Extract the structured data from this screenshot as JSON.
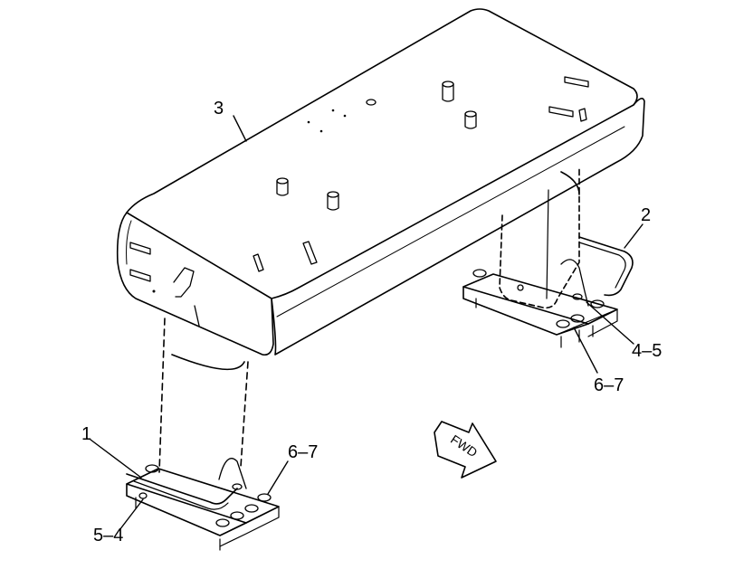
{
  "callouts": {
    "part_1": "1",
    "part_2": "2",
    "part_3": "3",
    "part_4_5": "4–5",
    "part_5_4": "5–4",
    "part_6_7_left": "6–7",
    "part_6_7_right": "6–7"
  },
  "direction_arrow": {
    "label": "FWD"
  }
}
